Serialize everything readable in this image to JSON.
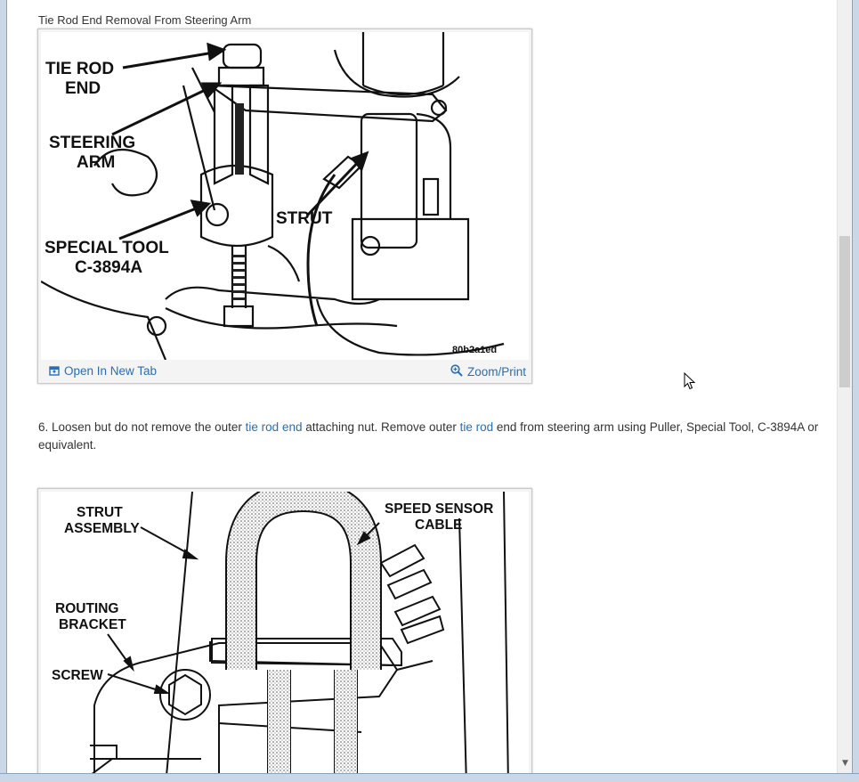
{
  "figure1": {
    "caption": "Tie Rod End Removal From Steering Arm",
    "labels": {
      "tie_rod_1": "TIE ROD",
      "tie_rod_2": "END",
      "steering_1": "STEERING",
      "steering_2": "ARM",
      "strut": "STRUT",
      "special_1": "SPECIAL TOOL",
      "special_2": "C-3894A",
      "code": "80b2a1ed"
    },
    "open_link": "Open In New Tab",
    "zoom_link": "Zoom/Print"
  },
  "step6": {
    "prefix": " 6. Loosen but do not remove the outer ",
    "link1": "tie rod end",
    "mid": " attaching nut. Remove outer ",
    "link2": "tie rod",
    "suffix": " end from steering arm using Puller, Special Tool, C-3894A or equivalent."
  },
  "figure2": {
    "labels": {
      "strut_1": "STRUT",
      "strut_2": "ASSEMBLY",
      "speed_1": "SPEED SENSOR",
      "speed_2": "CABLE",
      "routing_1": "ROUTING",
      "routing_2": "BRACKET",
      "screw": "SCREW"
    }
  },
  "icons": {
    "open_tab": "open-in-new-tab-icon",
    "zoom": "zoom-magnifier-icon",
    "cursor": "mouse-pointer-icon"
  },
  "colors": {
    "link": "#2a6db5",
    "text": "#333333"
  }
}
